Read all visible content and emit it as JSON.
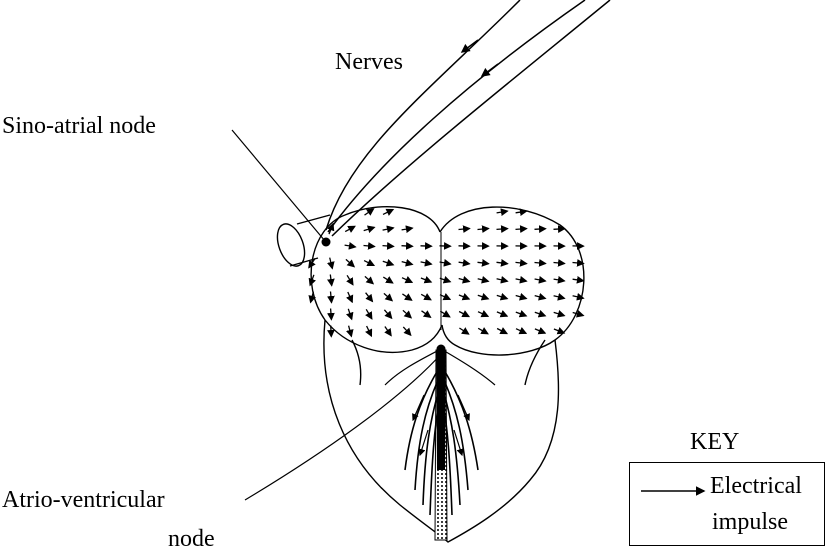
{
  "labels": {
    "nerves": "Nerves",
    "sa_node": "Sino-atrial node",
    "av_node_line1": "Atrio-ventricular",
    "av_node_line2": "node"
  },
  "key": {
    "title": "KEY",
    "item_line1": "Electrical",
    "item_line2": "impulse"
  },
  "colors": {
    "ink": "#000000",
    "background": "#ffffff"
  }
}
